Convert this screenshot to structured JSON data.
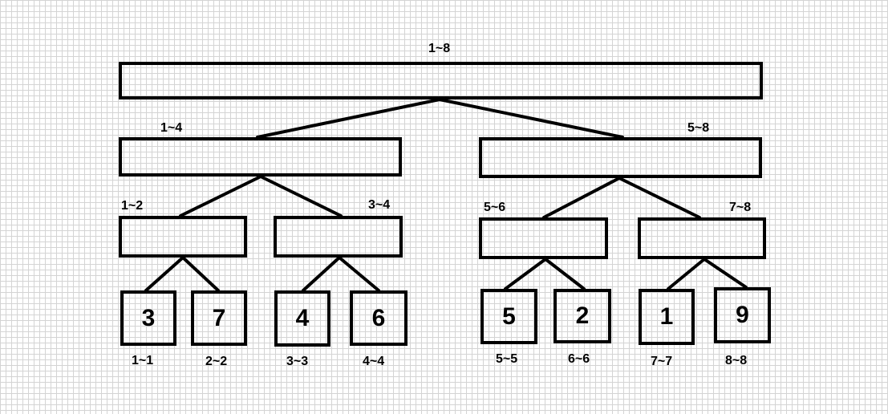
{
  "tree": {
    "root": {
      "range": "1~8"
    },
    "level1": [
      {
        "range": "1~4"
      },
      {
        "range": "5~8"
      }
    ],
    "level2": [
      {
        "range": "1~2"
      },
      {
        "range": "3~4"
      },
      {
        "range": "5~6"
      },
      {
        "range": "7~8"
      }
    ],
    "leaves": [
      {
        "value": "3",
        "range": "1~1"
      },
      {
        "value": "7",
        "range": "2~2"
      },
      {
        "value": "4",
        "range": "3~3"
      },
      {
        "value": "6",
        "range": "4~4"
      },
      {
        "value": "5",
        "range": "5~5"
      },
      {
        "value": "2",
        "range": "6~6"
      },
      {
        "value": "1",
        "range": "7~7"
      },
      {
        "value": "9",
        "range": "8~8"
      }
    ]
  }
}
